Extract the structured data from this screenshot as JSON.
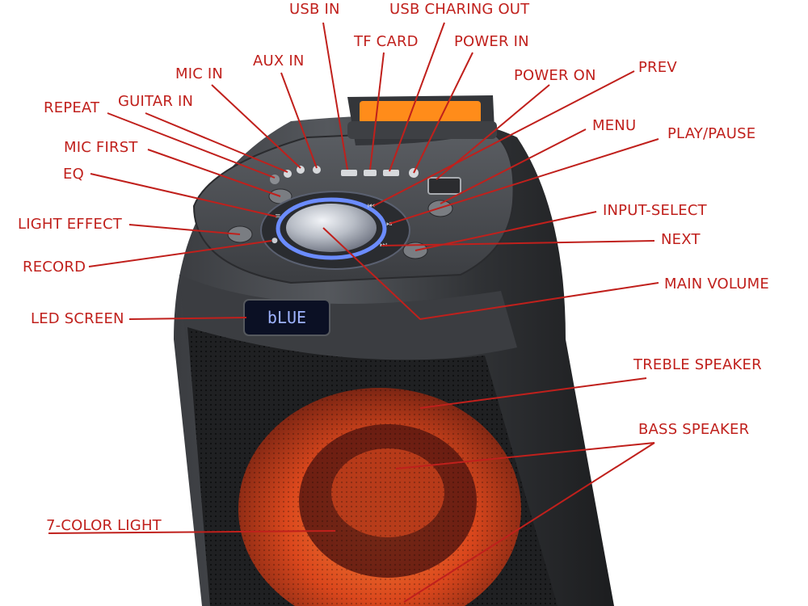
{
  "colors": {
    "label": "#c0201c",
    "leader_line": "#c0201c",
    "speaker_body": "#2c2e31",
    "top_panel": "#44474b",
    "knob_ring": "#6b8cff",
    "light_glow": "#ff5a1c",
    "slot_glow": "#ff8c1a",
    "lcd_bg": "#0b1024",
    "lcd_text": "#9fb4ff"
  },
  "display": {
    "lcd_text": "bLUE"
  },
  "labels": {
    "usb_in": "USB IN",
    "usb_charing_out": "USB CHARING OUT",
    "tf_card": "TF CARD",
    "power_in": "POWER IN",
    "power_on": "POWER ON",
    "prev": "PREV",
    "mic_in": "MIC IN",
    "aux_in": "AUX IN",
    "guitar_in": "GUITAR IN",
    "repeat": "REPEAT",
    "menu": "MENU",
    "play_pause": "PLAY/PAUSE",
    "mic_first": "MIC FIRST",
    "eq": "EQ",
    "input_select": "INPUT-SELECT",
    "light_effect": "LIGHT EFFECT",
    "next": "NEXT",
    "record": "RECORD",
    "main_volume": "MAIN VOLUME",
    "led_screen": "LED SCREEN",
    "treble_speaker": "TREBLE SPEAKER",
    "bass_speaker": "BASS SPEAKER",
    "seven_color_light": "7-COLOR LIGHT"
  },
  "icons": {
    "buttons": [
      "play-pause-icon",
      "menu-icon",
      "prev-icon",
      "next-icon",
      "eq-icon",
      "light-icon",
      "record-icon"
    ]
  }
}
